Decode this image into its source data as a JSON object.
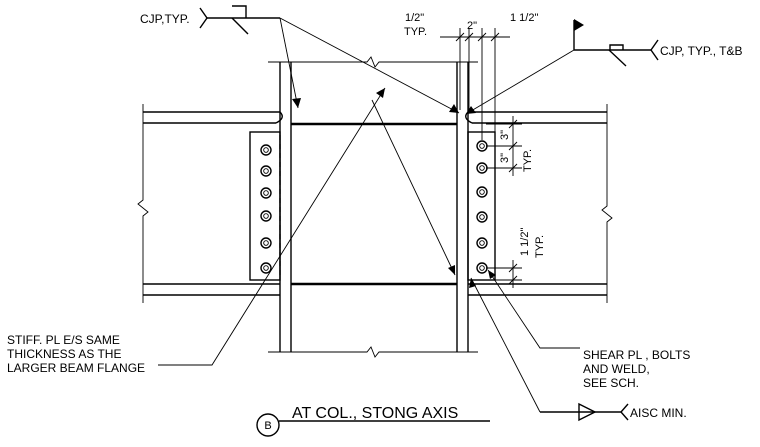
{
  "detail": {
    "title": "AT COL., STONG AXIS",
    "marker": "B"
  },
  "callouts": {
    "cjp_left": "CJP,TYP.",
    "cjp_right": "CJP, TYP., T&B",
    "aisc": "AISC MIN.",
    "stiff_line1": "STIFF. PL E/S SAME",
    "stiff_line2": "THICKNESS AS THE",
    "stiff_line3": "LARGER BEAM FLANGE",
    "shear_line1": "SHEAR PL , BOLTS",
    "shear_line2": "AND WELD,",
    "shear_line3": "SEE SCH."
  },
  "dimensions": {
    "half_inch": "1/2\"",
    "half_inch_typ": "TYP.",
    "two_inch": "2\"",
    "one_half_top": "1 1/2\"",
    "three_a": "3\"",
    "three_b": "3\"",
    "three_typ": "TYP.",
    "one_half_side": "1 1/2\"",
    "one_half_side_typ": "TYP."
  },
  "colors": {
    "line": "#000000",
    "background": "#ffffff"
  }
}
